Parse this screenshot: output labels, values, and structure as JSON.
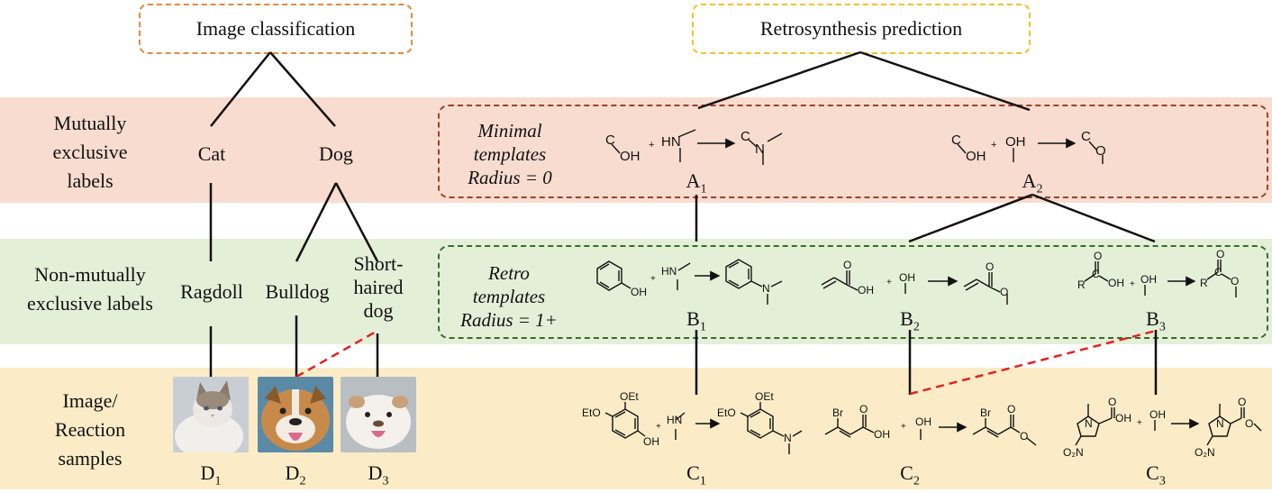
{
  "titles": {
    "left": "Image classification",
    "right": "Retrosynthesis prediction"
  },
  "row_labels": {
    "mutual": "Mutually\nexclusive\nlabels",
    "non_mutual": "Non-mutually\nexclusive labels",
    "samples": "Image/\nReaction\nsamples"
  },
  "template_labels": {
    "minimal": "Minimal\ntemplates\nRadius = 0",
    "retro": "Retro\ntemplates\nRadius = 1+"
  },
  "classification": {
    "mutual": [
      "Cat",
      "Dog"
    ],
    "non_mutual": [
      "Ragdoll",
      "Bulldog",
      "Short-\nhaired\ndog"
    ],
    "samples": [
      "D",
      "D",
      "D"
    ],
    "sample_subscripts": [
      "1",
      "2",
      "3"
    ]
  },
  "retrosynthesis": {
    "minimal": {
      "labels": [
        "A",
        "A"
      ],
      "subscripts": [
        "1",
        "2"
      ]
    },
    "retro": {
      "labels": [
        "B",
        "B",
        "B"
      ],
      "subscripts": [
        "1",
        "2",
        "3"
      ]
    },
    "samples": {
      "labels": [
        "C",
        "C",
        "C"
      ],
      "subscripts": [
        "1",
        "2",
        "3"
      ]
    }
  },
  "chem_text": {
    "c": "C",
    "oh": "OH",
    "o": "O",
    "hn": "HN",
    "n": "N",
    "r": "R",
    "oet": "OEt",
    "eto": "EtO",
    "br": "Br",
    "o2n": "O₂N",
    "plus": "+"
  },
  "colors": {
    "band_mutual": "#f8dccf",
    "band_non_mutual": "#e4efd8",
    "band_samples": "#fbecc7",
    "box_classification": "#e08a45",
    "box_retrosynthesis": "#f2c22a",
    "box_minimal": "#a0402a",
    "box_retro": "#3b6a2c",
    "link_cross": "#e32222"
  }
}
